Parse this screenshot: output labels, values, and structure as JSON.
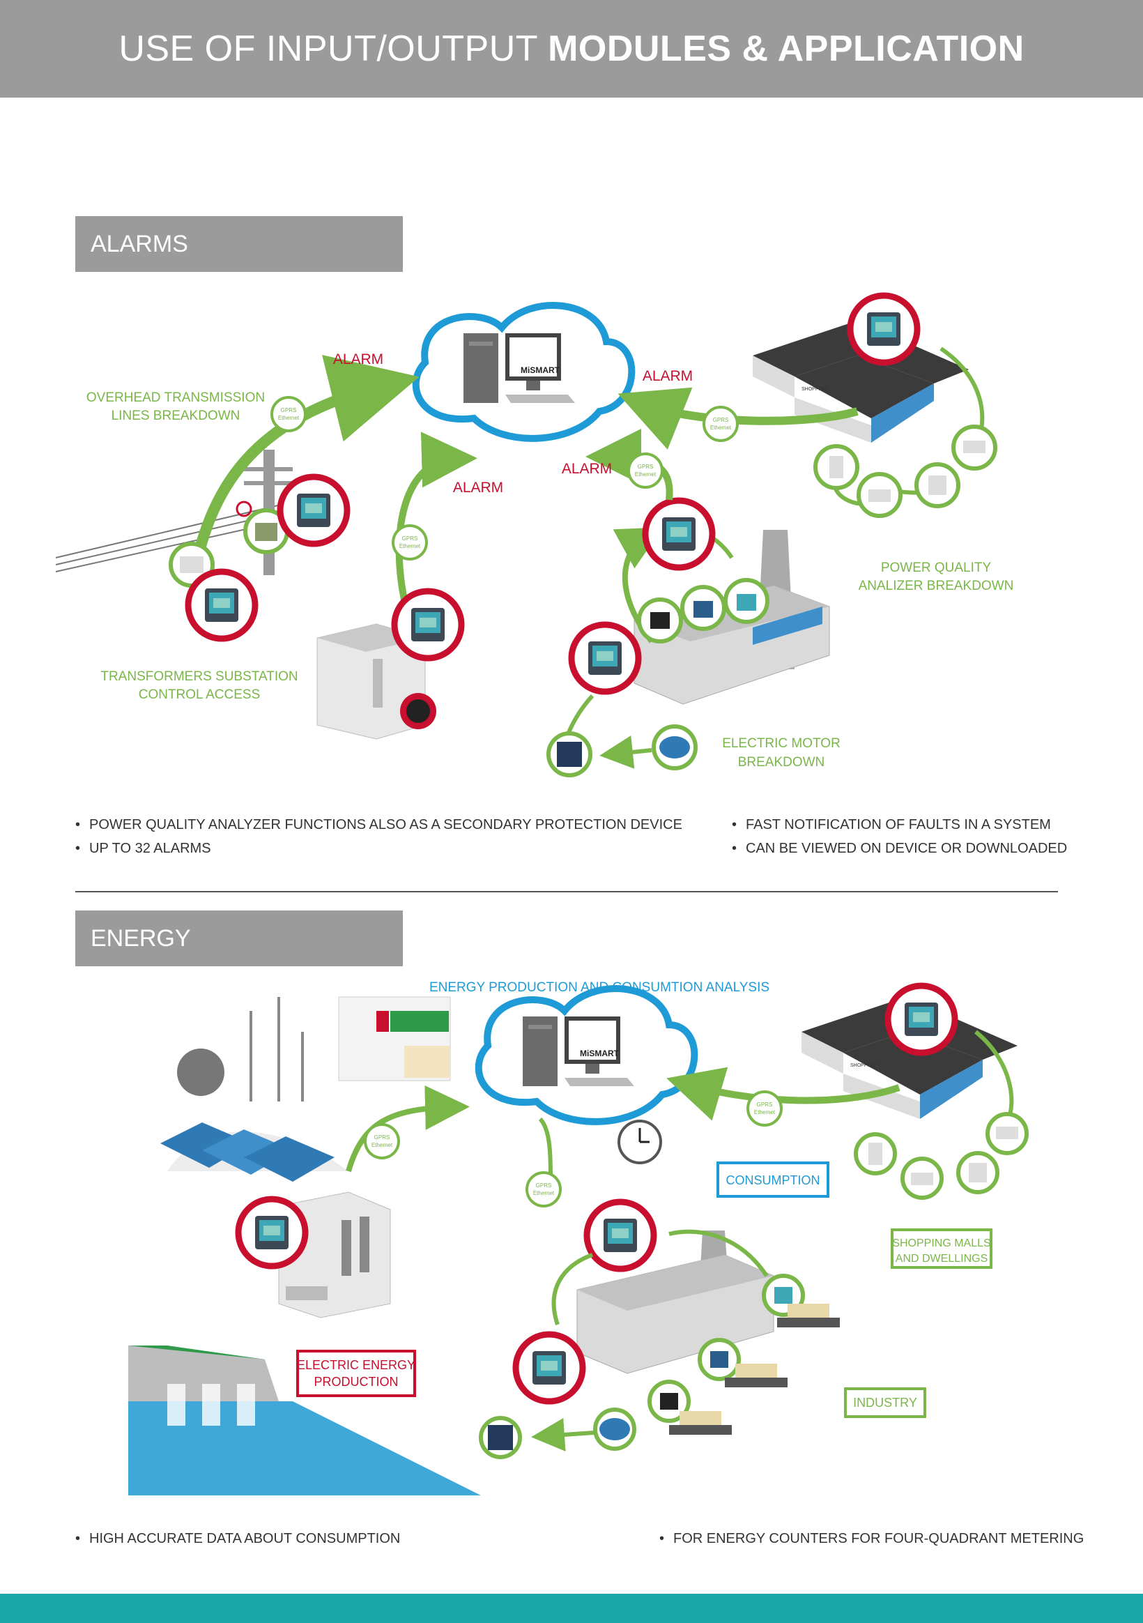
{
  "header": {
    "title_light": "USE OF INPUT/OUTPUT",
    "title_bold": "MODULES & APPLICATION"
  },
  "alarms": {
    "section_title": "ALARMS",
    "alarm_label": "ALARM",
    "software_label": "MiSMART",
    "gprs_label": "GPRS",
    "ethernet_label": "Ethernet",
    "shopping_sign": "SHOPPING",
    "labels": {
      "overhead_1": "OVERHEAD TRANSMISSION",
      "overhead_2": "LINES BREAKDOWN",
      "power_quality_1": "POWER QUALITY",
      "power_quality_2": "ANALIZER BREAKDOWN",
      "transformers_1": "TRANSFORMERS SUBSTATION",
      "transformers_2": "CONTROL ACCESS",
      "motor_1": "ELECTRIC MOTOR",
      "motor_2": "BREAKDOWN"
    },
    "bullets_left": [
      "POWER QUALITY ANALYZER FUNCTIONS ALSO AS A SECONDARY PROTECTION DEVICE",
      "UP TO 32 ALARMS"
    ],
    "bullets_right": [
      "FAST NOTIFICATION OF FAULTS IN A SYSTEM",
      "CAN BE VIEWED ON DEVICE OR DOWNLOADED"
    ]
  },
  "energy": {
    "section_title": "ENERGY",
    "analysis_title": "ENERGY PRODUCTION AND CONSUMTION ANALYSIS",
    "software_label": "MiSMART",
    "gprs_label": "GPRS",
    "ethernet_label": "Ethernet",
    "shopping_sign": "SHOPPING",
    "tags": {
      "consumption": "CONSUMPTION",
      "shopping_1": "SHOPPING MALLS",
      "shopping_2": "AND DWELLINGS",
      "production_1": "ELECTRIC ENERGY",
      "production_2": "PRODUCTION",
      "industry": "INDUSTRY"
    },
    "bullets_left": [
      "HIGH ACCURATE DATA ABOUT CONSUMPTION"
    ],
    "bullets_right": [
      "FOR ENERGY COUNTERS FOR FOUR-QUADRANT METERING"
    ]
  },
  "colors": {
    "header_gray": "#9a9b9a",
    "green": "#7ab648",
    "red": "#c8102e",
    "blue": "#1e9bd7",
    "teal": "#1aa7a7"
  }
}
